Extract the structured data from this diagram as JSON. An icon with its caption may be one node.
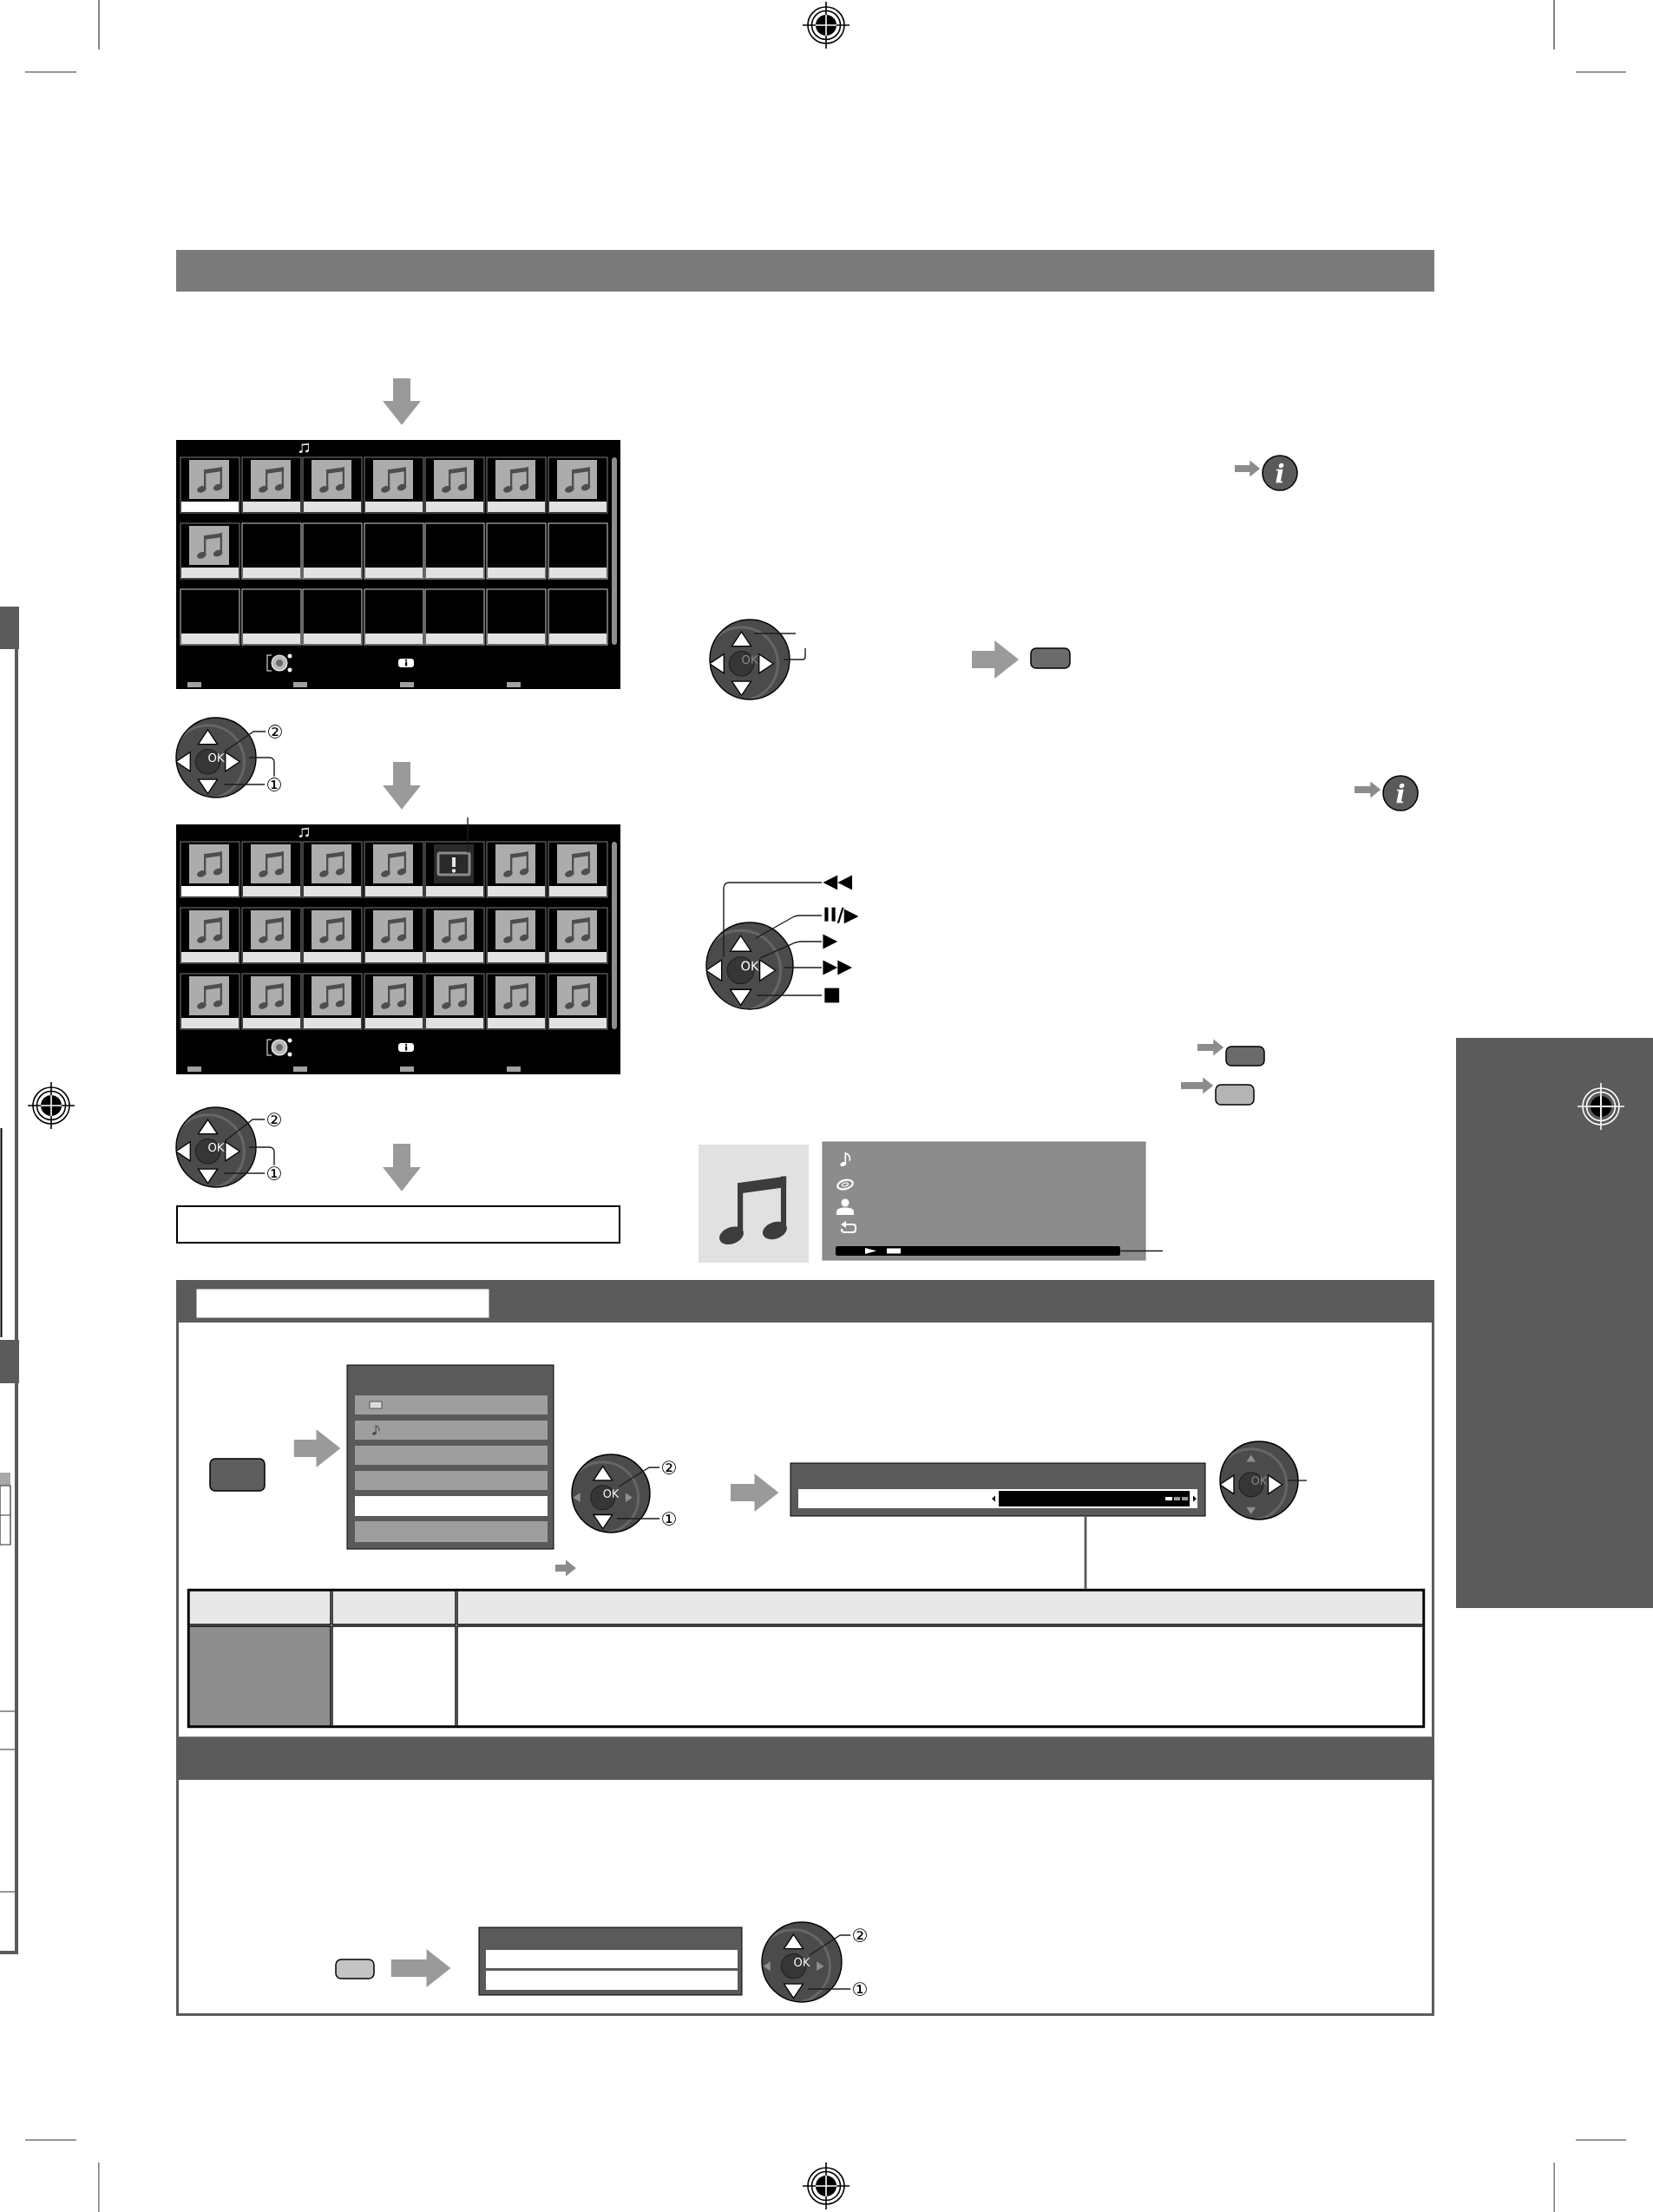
{
  "diagram": {
    "nodes": [
      {
        "text": [],
        "shape": "picture"
      },
      {
        "text": [
          "OK"
        ]
      },
      {
        "text": [
          "②"
        ]
      },
      {
        "text": [
          "①"
        ]
      },
      {
        "text": [],
        "shape": "picture"
      },
      {
        "text": [],
        "shape": "picture",
        "in": 4
      },
      {
        "text": [
          "OK"
        ]
      },
      {
        "text": [
          "②"
        ]
      },
      {
        "text": [
          "①"
        ]
      },
      {
        "text": [],
        "shape": "box"
      },
      {
        "text": [
          "i"
        ]
      },
      {
        "text": [
          "OK"
        ]
      },
      {
        "text": [],
        "shape": "box"
      },
      {
        "text": [
          "i"
        ]
      },
      {
        "text": [
          "OK"
        ]
      },
      {
        "text": [
          "◀◀"
        ]
      },
      {
        "text": [
          "II/▶"
        ]
      },
      {
        "text": [
          "▶"
        ]
      },
      {
        "text": [
          "▶▶"
        ]
      },
      {
        "text": [
          "■"
        ]
      },
      {
        "text": [],
        "shape": "box"
      },
      {
        "text": [],
        "shape": "box"
      },
      {
        "text": [],
        "shape": "box"
      },
      {
        "text": [],
        "shape": "bar",
        "in": 22
      },
      {
        "text": [],
        "shape": "box"
      },
      {
        "text": [],
        "shape": "box"
      },
      {
        "text": [],
        "shape": "box"
      },
      {
        "text": [
          "OK"
        ]
      },
      {
        "text": [
          "②"
        ]
      },
      {
        "text": [
          "①"
        ]
      },
      {
        "text": [],
        "shape": "box"
      },
      {
        "text": [
          "OK"
        ]
      },
      {
        "text": [],
        "shape": "table"
      },
      {
        "text": [],
        "shape": "box"
      },
      {
        "text": [],
        "shape": "box"
      },
      {
        "text": [
          "OK"
        ]
      },
      {
        "text": [
          "②"
        ]
      },
      {
        "text": [
          "①"
        ]
      }
    ],
    "edges": [
      {
        "from": null,
        "to": 0,
        "arrow": "to",
        "style": "thick",
        "color": "#9a9a9a"
      },
      {
        "from": null,
        "to": 4,
        "arrow": "to",
        "style": "thick",
        "color": "#9a9a9a"
      },
      {
        "from": null,
        "to": 9,
        "arrow": "to",
        "style": "thick",
        "color": "#9a9a9a"
      },
      {
        "from": 2,
        "to": 1,
        "arrow": "none"
      },
      {
        "from": 3,
        "to": 1,
        "arrow": "none"
      },
      {
        "from": 3,
        "to": 1,
        "arrow": "none"
      },
      {
        "from": 7,
        "to": 6,
        "arrow": "none"
      },
      {
        "from": 8,
        "to": 6,
        "arrow": "none"
      },
      {
        "from": 8,
        "to": 6,
        "arrow": "none"
      },
      {
        "from": null,
        "to": 5,
        "arrow": "none"
      },
      {
        "from": null,
        "to": 10,
        "arrow": "to",
        "style": "thick",
        "color": "#8c8c8c"
      },
      {
        "from": null,
        "to": 12,
        "arrow": "to",
        "style": "thick",
        "color": "#9a9a9a"
      },
      {
        "from": 11,
        "to": null,
        "arrow": "none"
      },
      {
        "from": 11,
        "to": null,
        "arrow": "none"
      },
      {
        "from": null,
        "to": 13,
        "arrow": "to",
        "style": "thick",
        "color": "#8c8c8c"
      },
      {
        "from": 15,
        "to": 14,
        "arrow": "none"
      },
      {
        "from": 16,
        "to": 14,
        "arrow": "none"
      },
      {
        "from": 17,
        "to": 14,
        "arrow": "none"
      },
      {
        "from": 18,
        "to": 14,
        "arrow": "none"
      },
      {
        "from": 19,
        "to": 14,
        "arrow": "none"
      },
      {
        "from": null,
        "to": 20,
        "arrow": "to",
        "style": "thick",
        "color": "#8c8c8c"
      },
      {
        "from": null,
        "to": 21,
        "arrow": "to",
        "style": "thick",
        "color": "#8c8c8c"
      },
      {
        "from": null,
        "to": 23,
        "arrow": "none"
      },
      {
        "from": 25,
        "to": 26,
        "arrow": "to",
        "style": "thick",
        "color": "#9a9a9a"
      },
      {
        "from": 28,
        "to": 27,
        "arrow": "none"
      },
      {
        "from": 29,
        "to": 27,
        "arrow": "none"
      },
      {
        "from": null,
        "to": 30,
        "arrow": "to",
        "style": "thick",
        "color": "#9a9a9a"
      },
      {
        "from": 30,
        "to": 32,
        "arrow": "none",
        "color": "#5a5a5a"
      },
      {
        "from": 31,
        "to": null,
        "arrow": "none"
      },
      {
        "from": 33,
        "to": 34,
        "arrow": "to",
        "style": "thick",
        "color": "#9a9a9a"
      },
      {
        "from": 36,
        "to": 35,
        "arrow": "none"
      },
      {
        "from": 37,
        "to": 35,
        "arrow": "none"
      }
    ]
  }
}
